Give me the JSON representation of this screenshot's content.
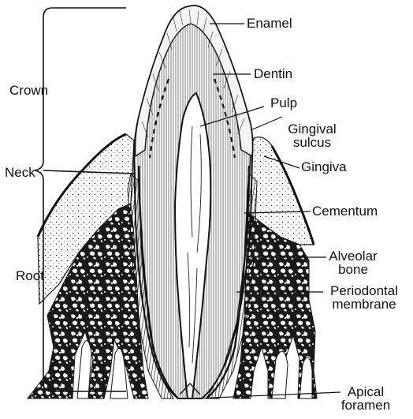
{
  "figure": {
    "region_labels": {
      "crown": "Crown",
      "neck": "Neck",
      "root": "Root"
    },
    "structure_labels": {
      "enamel": "Enamel",
      "dentin": "Dentin",
      "pulp": "Pulp",
      "gingival_sulcus_line1": "Gingival",
      "gingival_sulcus_line2": "sulcus",
      "gingiva": "Gingiva",
      "cementum": "Cementum",
      "alveolar_bone_line1": "Alveolar",
      "alveolar_bone_line2": "bone",
      "periodontal_line1": "Periodontal",
      "periodontal_line2": "membrane",
      "apical_line1": "Apical",
      "apical_line2": "foramen"
    },
    "colors": {
      "ink": "#111111",
      "background": "#ffffff"
    }
  }
}
